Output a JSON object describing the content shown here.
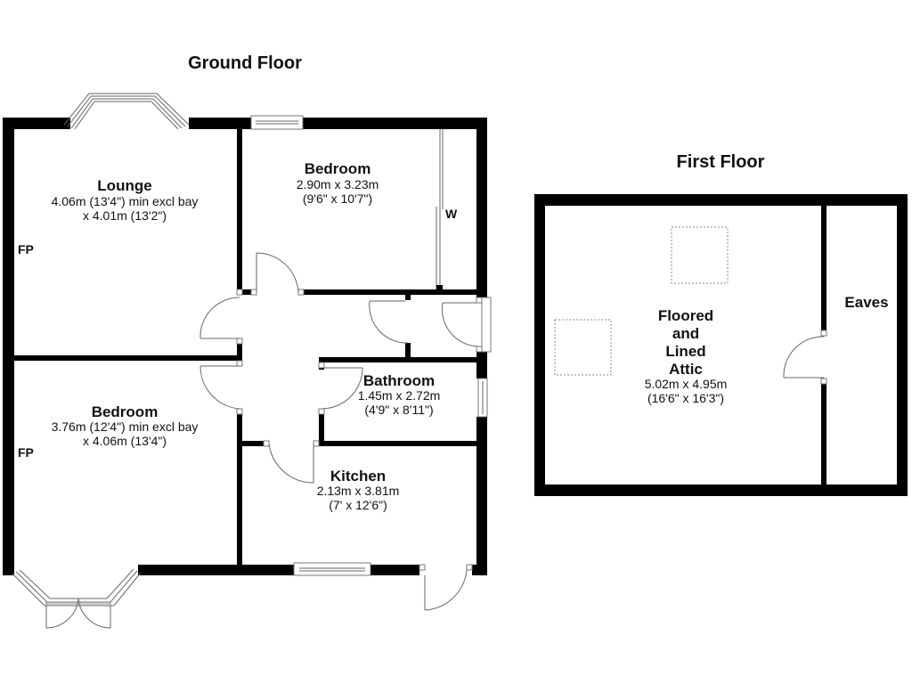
{
  "ground_floor": {
    "title": "Ground Floor",
    "rooms": {
      "lounge": {
        "name": "Lounge",
        "dim1": "4.06m (13'4\") min excl bay",
        "dim2": "x 4.01m (13'2\")"
      },
      "bedroom1": {
        "name": "Bedroom",
        "dim1": "2.90m x 3.23m",
        "dim2": "(9'6\" x 10'7\")"
      },
      "bedroom2": {
        "name": "Bedroom",
        "dim1": "3.76m (12'4\") min excl bay",
        "dim2": "x 4.06m (13'4\")"
      },
      "bathroom": {
        "name": "Bathroom",
        "dim1": "1.45m x 2.72m",
        "dim2": "(4'9\" x 8'11\")"
      },
      "kitchen": {
        "name": "Kitchen",
        "dim1": "2.13m x 3.81m",
        "dim2": "(7' x 12'6\")"
      }
    },
    "labels": {
      "fp_lounge": "FP",
      "fp_bedroom": "FP",
      "wardrobe": "W"
    }
  },
  "first_floor": {
    "title": "First Floor",
    "rooms": {
      "attic": {
        "line1": "Floored",
        "line2": "and",
        "line3": "Lined",
        "line4": "Attic",
        "dim1": "5.02m x 4.95m",
        "dim2": "(16'6\" x 16'3\")"
      },
      "eaves": {
        "name": "Eaves"
      }
    }
  }
}
